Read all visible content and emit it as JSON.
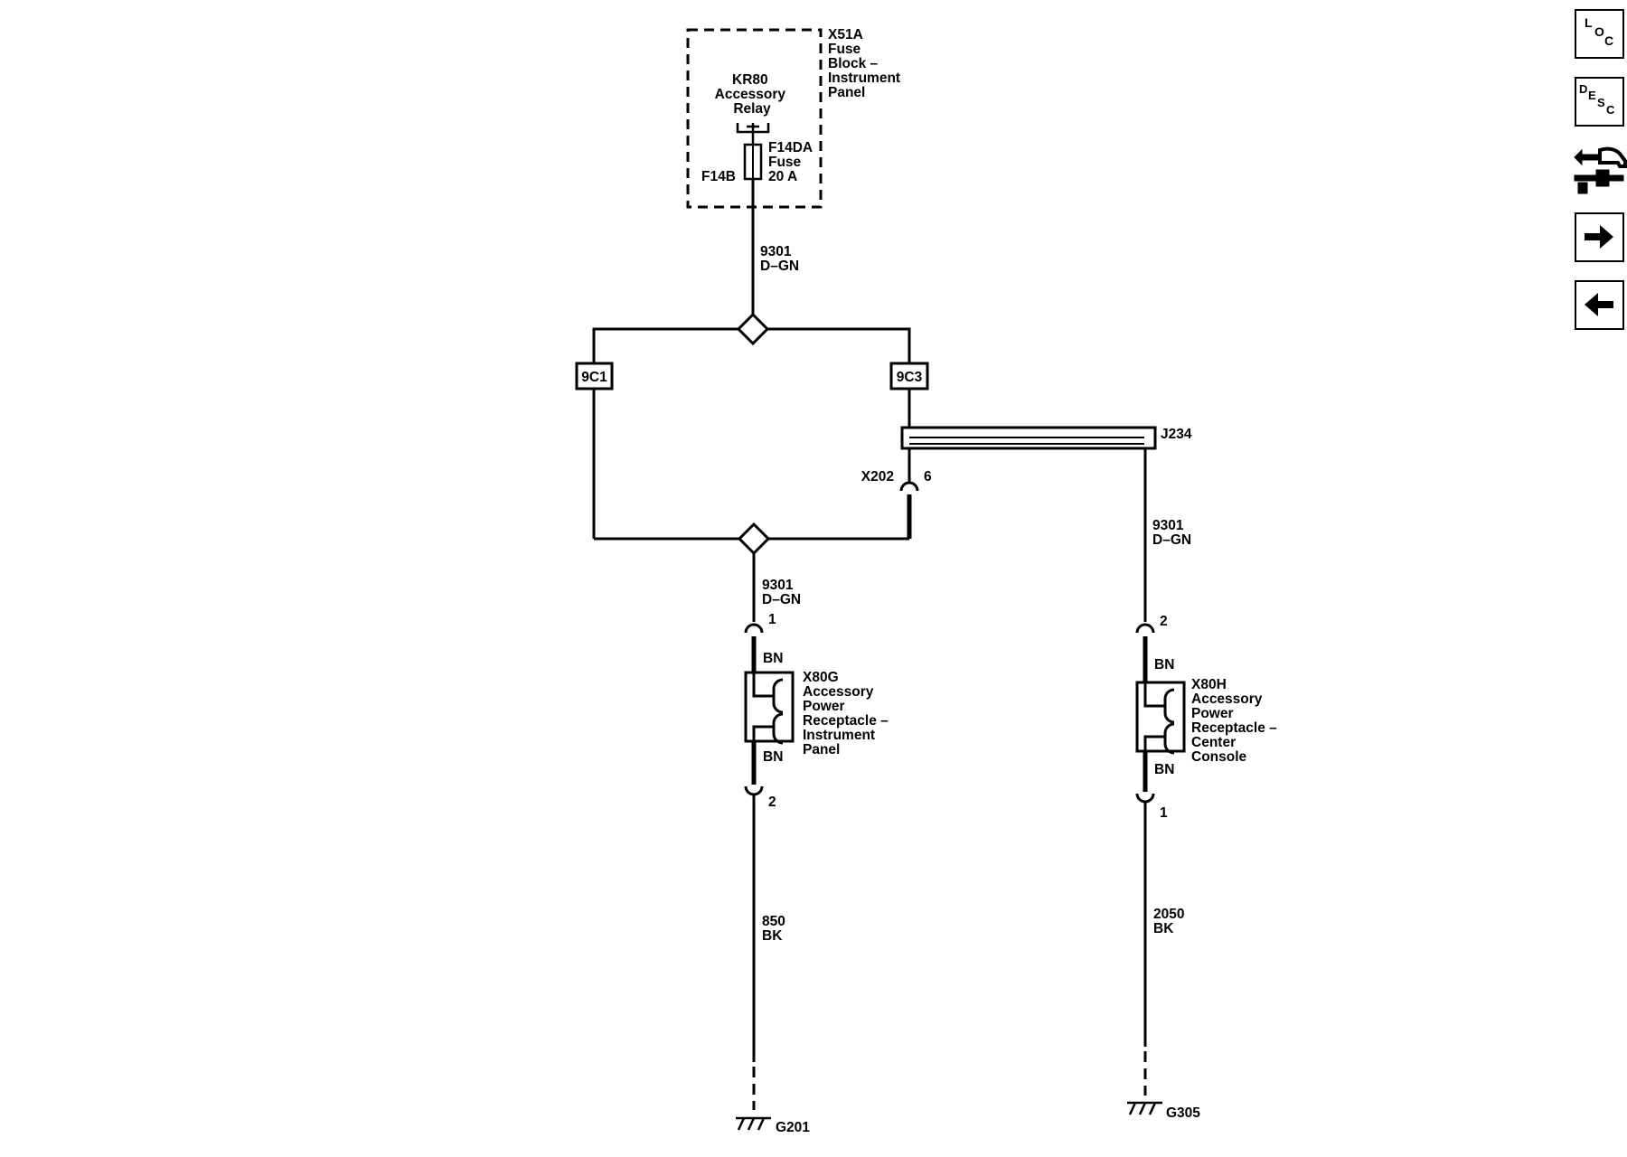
{
  "fuse_block": {
    "label": [
      "X51A",
      "Fuse",
      "Block –",
      "Instrument",
      "Panel"
    ],
    "relay_label": [
      "KR80",
      "Accessory",
      "Relay"
    ],
    "fuse_label": [
      "F14DA",
      "Fuse",
      "20 A"
    ],
    "fuse_pin": "F14B"
  },
  "wires": {
    "top": [
      "9301",
      "D–GN"
    ],
    "left_lower": [
      "9301",
      "D–GN"
    ],
    "right_lower": [
      "9301",
      "D–GN"
    ],
    "left_ground": [
      "850",
      "BK"
    ],
    "right_ground": [
      "2050",
      "BK"
    ]
  },
  "splices": {
    "left": "9C1",
    "right": "9C3",
    "harness": "J234"
  },
  "connector_x202": {
    "name": "X202",
    "pin": "6"
  },
  "receptacle_ip": {
    "label": [
      "X80G",
      "Accessory",
      "Power",
      "Receptacle –",
      "Instrument",
      "Panel"
    ],
    "pin_top": "1",
    "pin_bottom": "2",
    "color_top": "BN",
    "color_bottom": "BN"
  },
  "receptacle_console": {
    "label": [
      "X80H",
      "Accessory",
      "Power",
      "Receptacle –",
      "Center",
      "Console"
    ],
    "pin_top": "2",
    "pin_bottom": "1",
    "color_top": "BN",
    "color_bottom": "BN"
  },
  "grounds": {
    "left": "G201",
    "right": "G305"
  },
  "nav": {
    "loc": [
      "L",
      "O",
      "C"
    ],
    "desc": [
      "D",
      "E",
      "S",
      "C"
    ],
    "icons": [
      "service-tools-icon",
      "arrow-right-icon",
      "arrow-left-icon"
    ]
  }
}
